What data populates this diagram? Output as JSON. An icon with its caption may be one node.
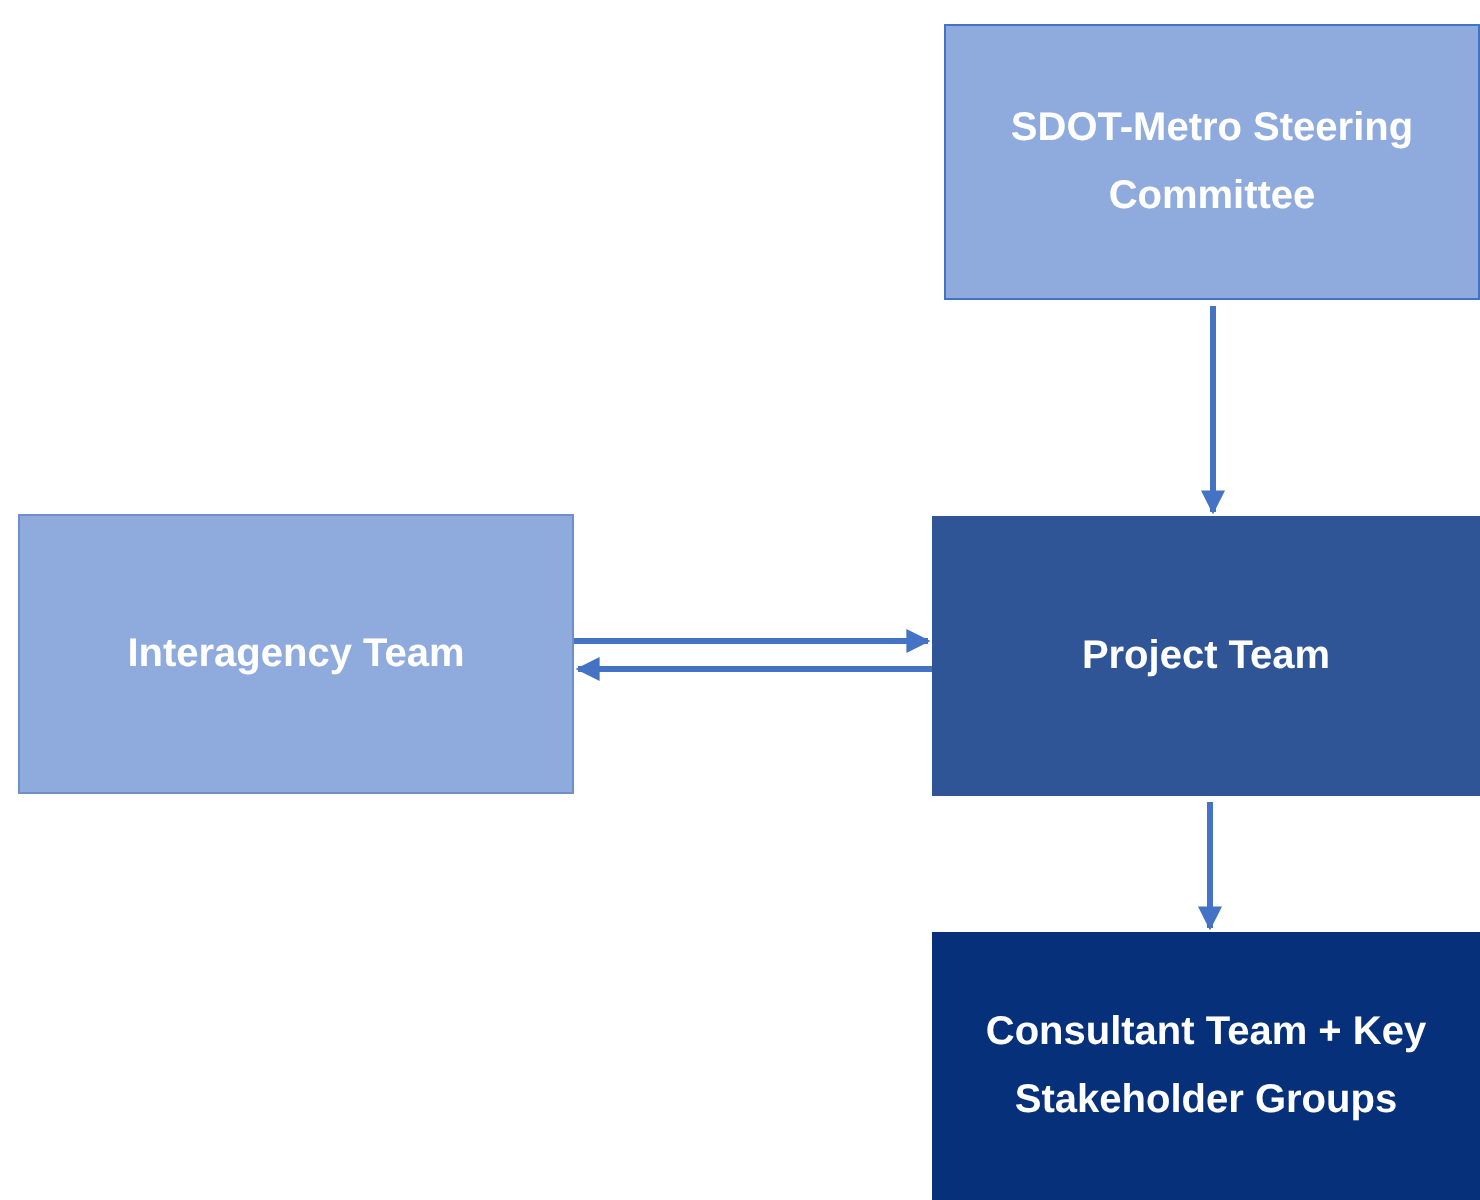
{
  "diagram": {
    "nodes": [
      {
        "text": [
          "SDOT-Metro Steering Committee"
        ]
      },
      {
        "text": [
          "Interagency Team"
        ]
      },
      {
        "text": [
          "Project Team"
        ]
      },
      {
        "text": [
          "Consultant Team + Key Stakeholder Groups"
        ]
      }
    ],
    "edges": [
      {
        "from": 0,
        "to": 2,
        "arrow": "to"
      },
      {
        "from": 1,
        "to": 2,
        "arrow": "to"
      },
      {
        "from": 2,
        "to": 1,
        "arrow": "to"
      },
      {
        "from": 2,
        "to": 3,
        "arrow": "to"
      }
    ]
  }
}
